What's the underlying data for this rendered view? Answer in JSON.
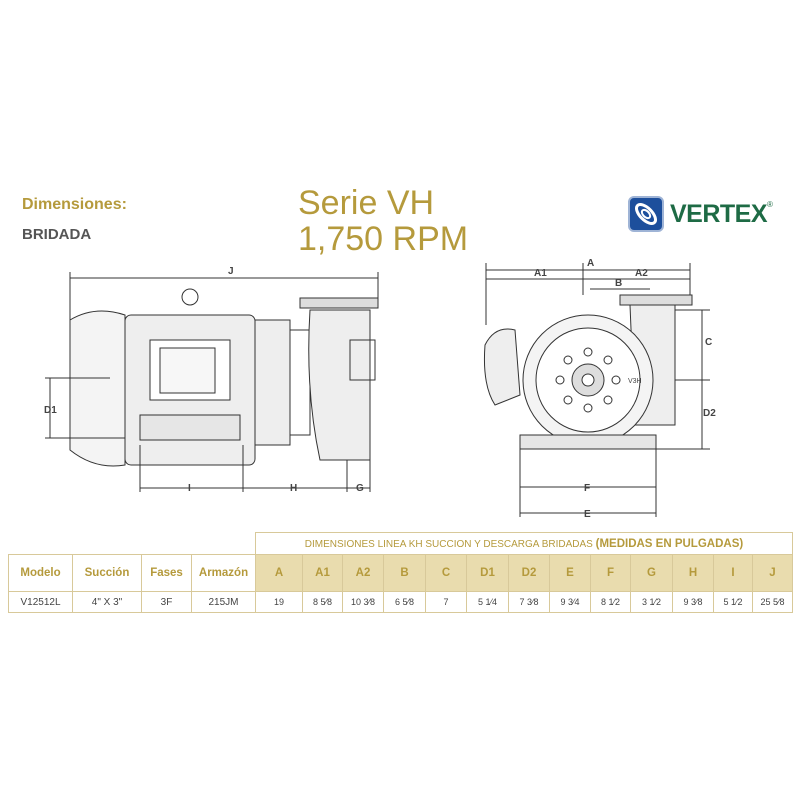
{
  "header": {
    "dimensions_label": "Dimensiones:",
    "type_label": "BRIDADA",
    "series": "Serie VH",
    "rpm": "1,750 RPM"
  },
  "logo": {
    "text": "VERTEX",
    "registered": "®"
  },
  "drawing": {
    "side_labels": {
      "J": "J",
      "D1": "D1",
      "I": "I",
      "H": "H",
      "G": "G"
    },
    "front_labels": {
      "A": "A",
      "A1": "A1",
      "A2": "A2",
      "B": "B",
      "C": "C",
      "D2": "D2",
      "F": "F",
      "E": "E"
    },
    "pump_mark": "V3H"
  },
  "colors": {
    "gold": "#b59a3c",
    "header_fill": "#e9dcae",
    "logo_green": "#1e6b45",
    "logo_blue": "#1d4f9c"
  },
  "table": {
    "caption": "DIMENSIONES LINEA KH SUCCION Y DESCARGA BRIDADAS ",
    "caption_bold": "(MEDIDAS EN PULGADAS)",
    "headers": [
      "Modelo",
      "Succión",
      "Fases",
      "Armazón",
      "A",
      "A1",
      "A2",
      "B",
      "C",
      "D1",
      "D2",
      "E",
      "F",
      "G",
      "H",
      "I",
      "J"
    ],
    "rows": [
      [
        "V12512L",
        "4\" X 3\"",
        "3F",
        "215JM",
        "19",
        "8 5⁄8",
        "10 3⁄8",
        "6 5⁄8",
        "7",
        "5 1⁄4",
        "7 3⁄8",
        "9 3⁄4",
        "8 1⁄2",
        "3 1⁄2",
        "9 3⁄8",
        "5 1⁄2",
        "25 5⁄8"
      ]
    ]
  }
}
